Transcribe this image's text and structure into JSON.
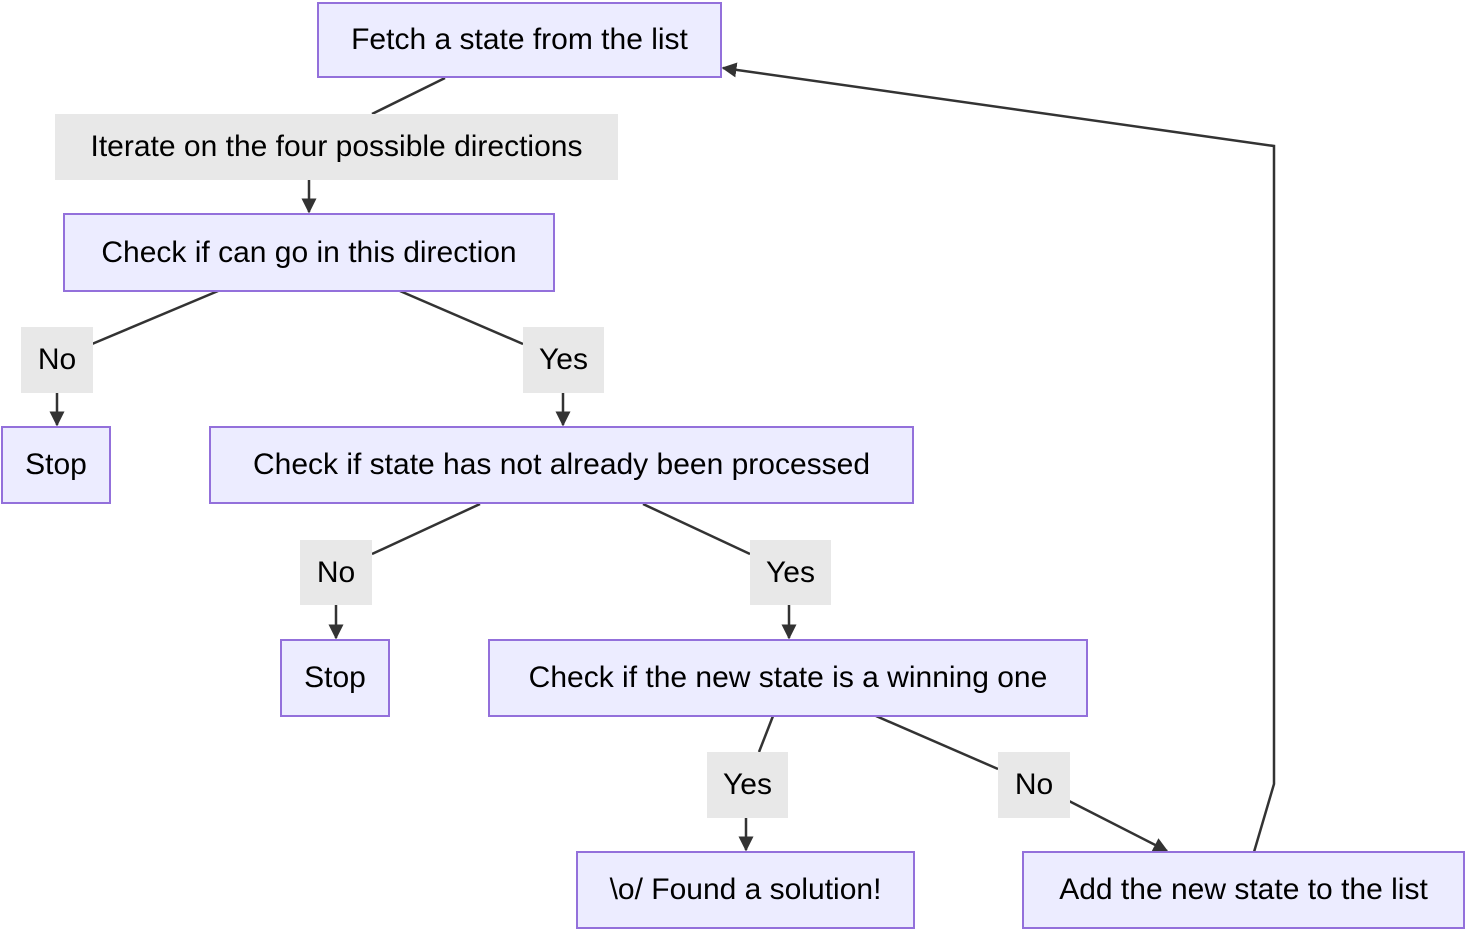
{
  "colors": {
    "node_fill": "#ECECFF",
    "node_border": "#9370DB",
    "edge_label_fill": "#E8E8E8",
    "edge_stroke": "#333333"
  },
  "nodes": {
    "fetch": "Fetch a state from the list",
    "check_direction": "Check if can go in this direction",
    "stop_1": "Stop",
    "check_processed": "Check if state has not already been processed",
    "stop_2": "Stop",
    "check_winning": "Check if the new state is a winning one",
    "found_solution": "\\o/ Found a solution!",
    "add_state": "Add the new state to the list"
  },
  "edge_labels": {
    "iterate": "Iterate on the four possible directions",
    "direction_no": "No",
    "direction_yes": "Yes",
    "processed_no": "No",
    "processed_yes": "Yes",
    "winning_yes": "Yes",
    "winning_no": "No"
  }
}
